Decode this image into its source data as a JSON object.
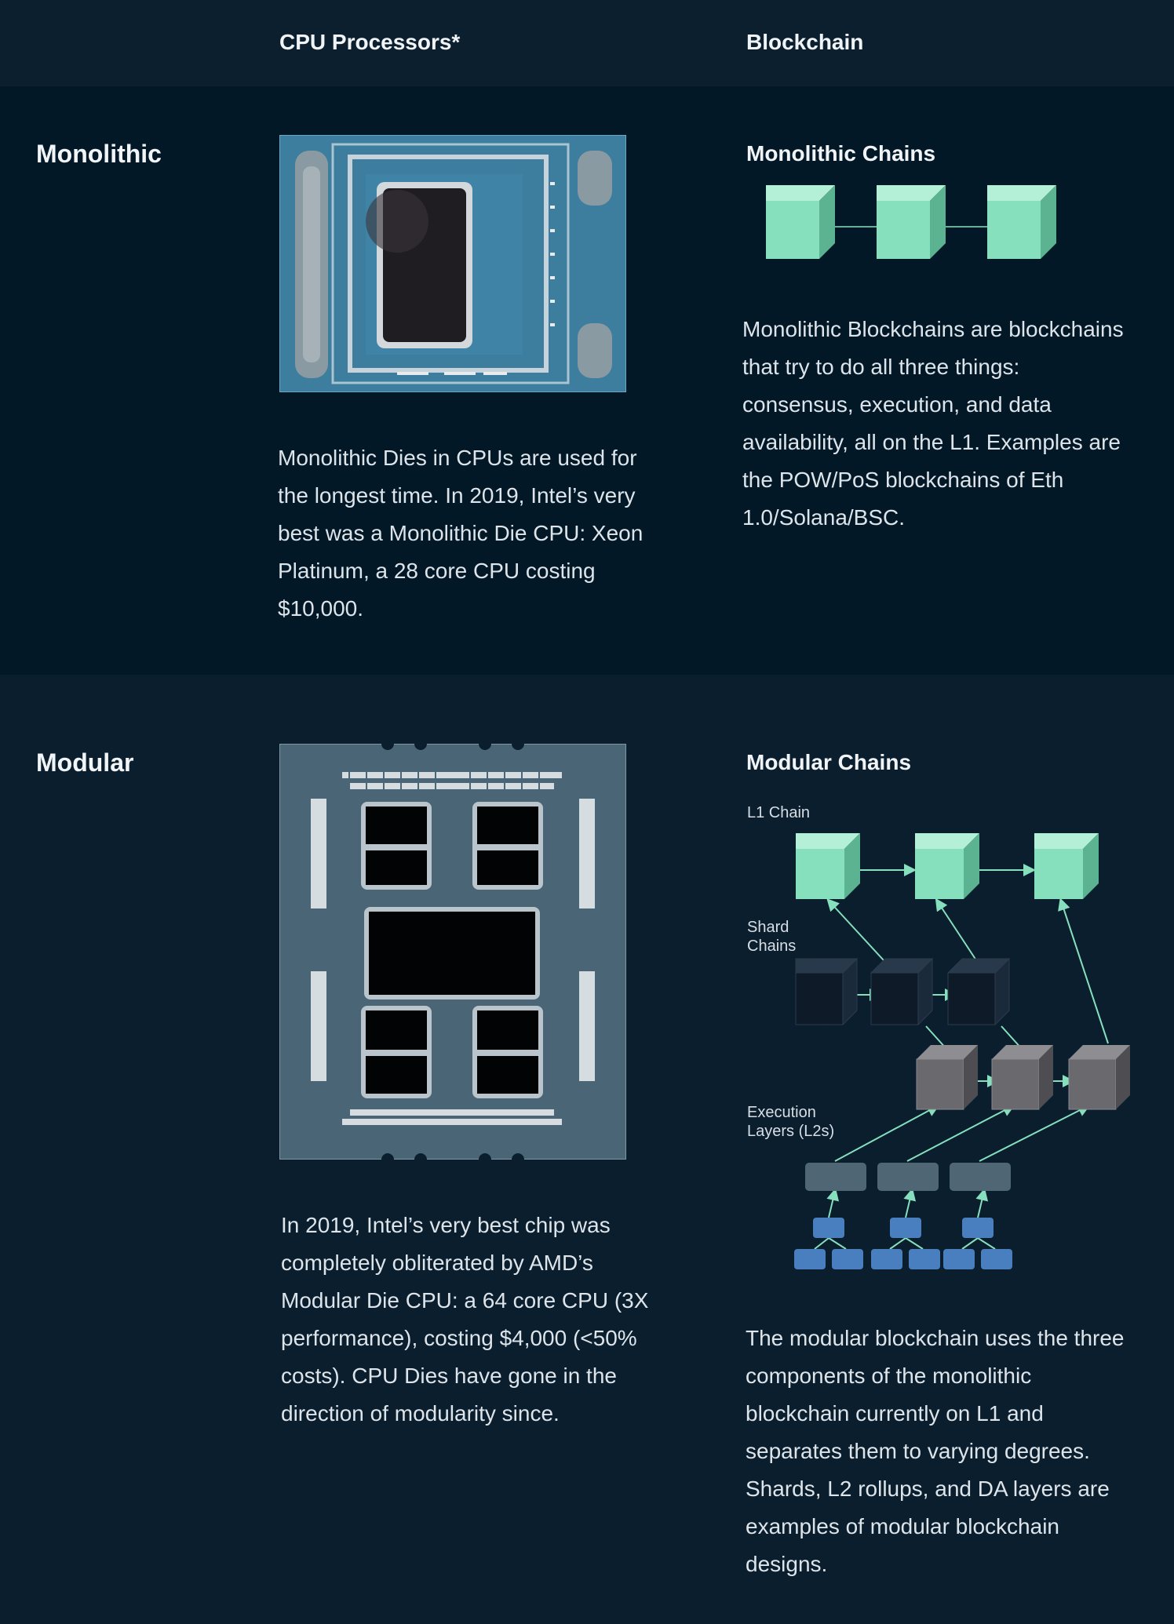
{
  "header": {
    "col_cpu": "CPU Processors*",
    "col_blockchain": "Blockchain"
  },
  "monolithic": {
    "label": "Monolithic",
    "chain_title": "Monolithic Chains",
    "cpu_text": "Monolithic Dies in CPUs are used for the longest time. In 2019, Intel’s very best was a  Monolithic Die CPU: Xeon Platinum, a 28 core CPU costing $10,000.",
    "chain_text": "Monolithic Blockchains are blockchains that try to do all three things: consensus, execution, and data availability, all on the L1. Examples are the POW/PoS blockchains of Eth 1.0/Solana/BSC."
  },
  "modular": {
    "label": "Modular",
    "chain_title": "Modular Chains",
    "diagram_labels": {
      "l1": "L1 Chain",
      "shard": "Shard\nChains",
      "execution": "Execution\nLayers (L2s)"
    },
    "cpu_text": "In 2019, Intel’s very best chip was completely obliterated by AMD’s Modular Die CPU: a 64 core CPU (3X performance), costing $4,000 (<50% costs). CPU Dies have gone in the direction of modularity since.",
    "chain_text": "The modular blockchain uses the three components of the monolithic blockchain currently on L1 and separates them to varying degrees. Shards, L2 rollups, and DA layers are examples of modular blockchain designs."
  },
  "colors": {
    "mint": "#86e0bd",
    "dark_block": "#0e1a28",
    "grey_block": "#6a6a6e",
    "blue_block": "#4a7fbf"
  }
}
